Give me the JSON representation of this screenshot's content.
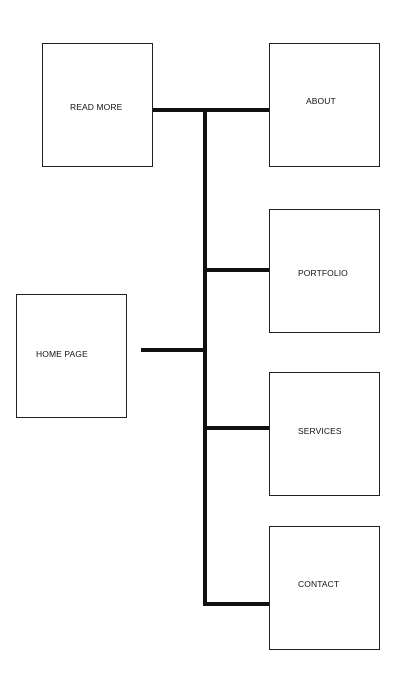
{
  "diagram": {
    "nodes": {
      "read_more": "READ MORE",
      "about": "ABOUT",
      "home_page": "HOME PAGE",
      "portfolio": "PORTFOLIO",
      "services": "SERVICES",
      "contact": "CONTACT"
    },
    "edges": [
      {
        "from": "read_more",
        "to": "about"
      },
      {
        "from": "home_page",
        "to": "read_more"
      },
      {
        "from": "home_page",
        "to": "about"
      },
      {
        "from": "home_page",
        "to": "portfolio"
      },
      {
        "from": "home_page",
        "to": "services"
      },
      {
        "from": "home_page",
        "to": "contact"
      }
    ],
    "line_color": "#111111",
    "box_border_color": "#222222"
  }
}
